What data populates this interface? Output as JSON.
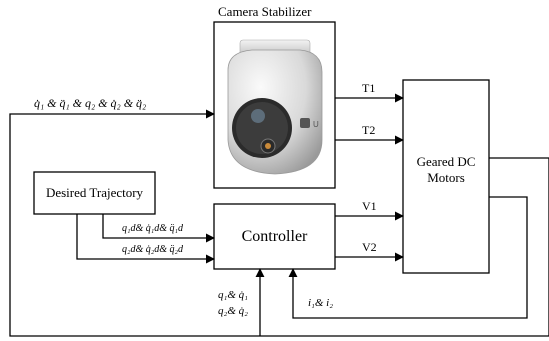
{
  "diagram": {
    "camera_title": "Camera Stabilizer",
    "motors_label": "Geared DC Motors",
    "controller_label": "Controller",
    "desired_trajectory_label": "Desired Trajectory",
    "signals": {
      "t1": "T1",
      "t2": "T2",
      "v1": "V1",
      "v2": "V2",
      "top_feedback": "q̇₁ & q̈₁ & q₂ & q̇₂ & q̈₂",
      "desired_1": "q₁d& q̇₁d& q̈₁d",
      "desired_2": "q₂d& q̇₂d& q̈₂d",
      "state_1": "q₁& q̇₁",
      "state_2": "q₂& q̇₂",
      "currents": "i₁& i₂"
    },
    "camera_logo_text": "U"
  }
}
